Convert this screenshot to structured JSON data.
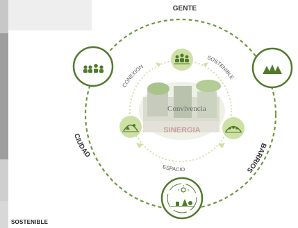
{
  "labels": {
    "top": "GENTE",
    "left": "CIUDAD",
    "right": "BARRIOS",
    "center": "SINERGIA",
    "center_image_text": "Convivencia",
    "arc_top_left": "CONEXION",
    "arc_top_right": "SOSTENIBLE",
    "arc_bottom": "ESPACIO"
  },
  "caption": "SOSTENIBLE",
  "colors": {
    "dark_green": "#4e7a2a",
    "light_green": "#cfe0a6",
    "inner_green": "#a8c66a"
  },
  "icons": {
    "top_center": "people-group-icon",
    "outer_left": "people-group-icon",
    "outer_right": "trees-icon",
    "outer_bottom": "sun-tree-cycle-icon",
    "inner_left": "landscape-icon",
    "inner_right": "community-icon"
  }
}
